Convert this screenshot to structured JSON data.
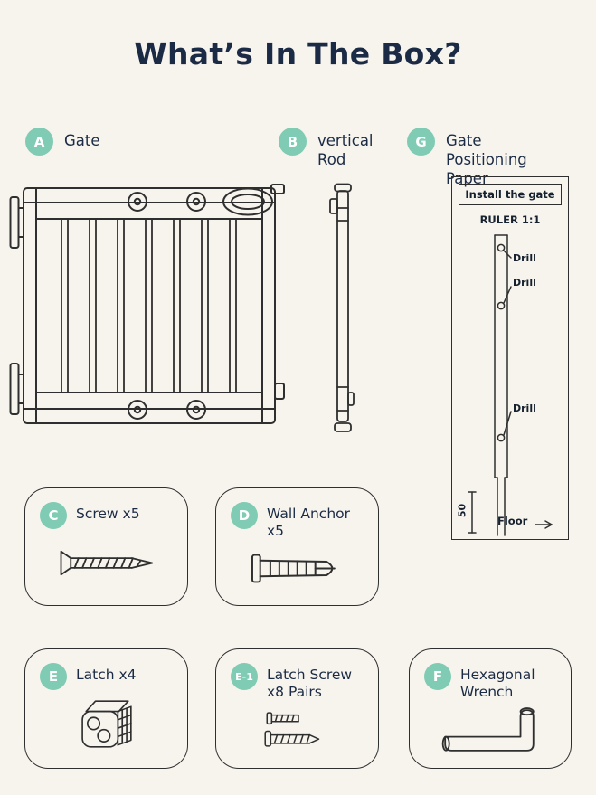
{
  "title": "What’s In The Box?",
  "items": {
    "a": {
      "badge": "A",
      "label": "Gate"
    },
    "b": {
      "badge": "B",
      "label": "vertical Rod"
    },
    "g": {
      "badge": "G",
      "label": "Gate Positioning Paper"
    },
    "c": {
      "badge": "C",
      "label": "Screw x5"
    },
    "d": {
      "badge": "D",
      "label": "Wall Anchor x5"
    },
    "e": {
      "badge": "E",
      "label": "Latch x4"
    },
    "e1": {
      "badge": "E-1",
      "label": "Latch Screw x8 Pairs"
    },
    "f": {
      "badge": "F",
      "label": "Hexagonal Wrench"
    }
  },
  "positioning_paper": {
    "header": "Install the gate",
    "ruler_label": "RULER 1:1",
    "drill_label": "Drill",
    "dimension_label": "50",
    "floor_label": "Floor"
  },
  "colors": {
    "background": "#F7F4EE",
    "badge": "#7FCBB3",
    "text": "#1B2B45",
    "line": "#2F2F2F"
  }
}
